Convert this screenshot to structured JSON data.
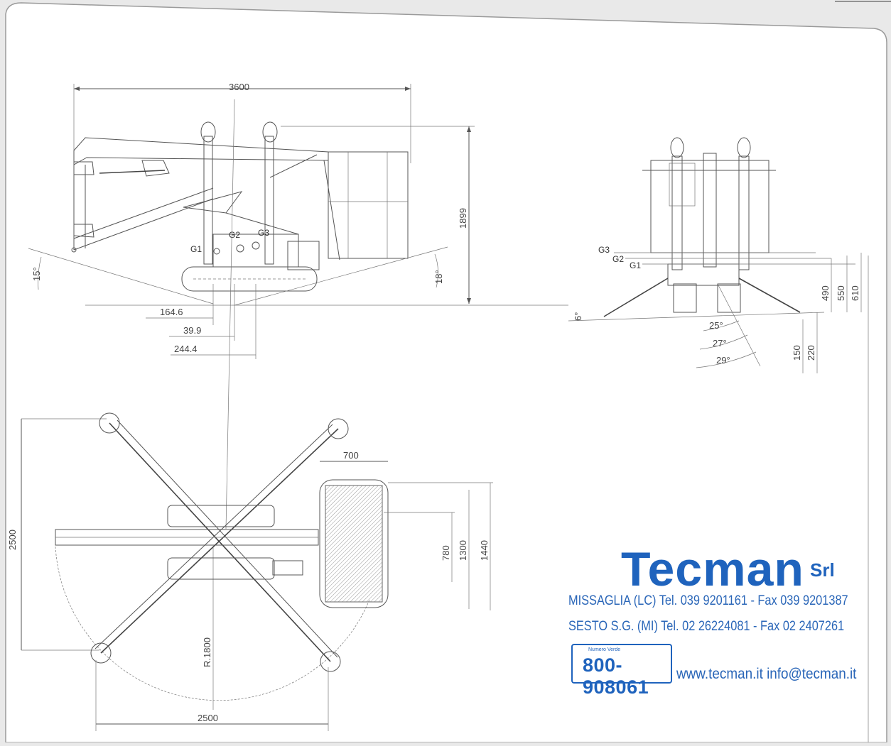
{
  "side_view": {
    "width": "3600",
    "height": "1899",
    "angle_left": "15°",
    "angle_right": "18°",
    "offset_1": "164.6",
    "offset_2": "39.9",
    "offset_3": "244.4",
    "g1": "G1",
    "g2": "G2",
    "g3": "G3"
  },
  "front_view": {
    "g1": "G1",
    "g2": "G2",
    "g3": "G3",
    "angle_small": "6°",
    "angle_1": "25°",
    "angle_2": "27°",
    "angle_3": "29°",
    "h1": "490",
    "h2": "550",
    "h3": "610",
    "low1": "150",
    "low2": "220"
  },
  "top_view": {
    "basket_width": "700",
    "d780": "780",
    "d1300": "1300",
    "d1440": "1440",
    "outrigger_span_v": "2500",
    "outrigger_span_h": "2500",
    "radius": "R.1800"
  },
  "logo": {
    "brand": "Tecman",
    "suffix": "Srl",
    "line1": "MISSAGLIA (LC) Tel. 039 9201161 - Fax 039 9201387",
    "line2": "SESTO S.G. (MI) Tel. 02 26224081 - Fax 02 2407261",
    "toll_free_label": "Numero Verde",
    "toll_free": "800-908061",
    "web_email": "www.tecman.it  info@tecman.it",
    "color": "#1f63bd"
  }
}
